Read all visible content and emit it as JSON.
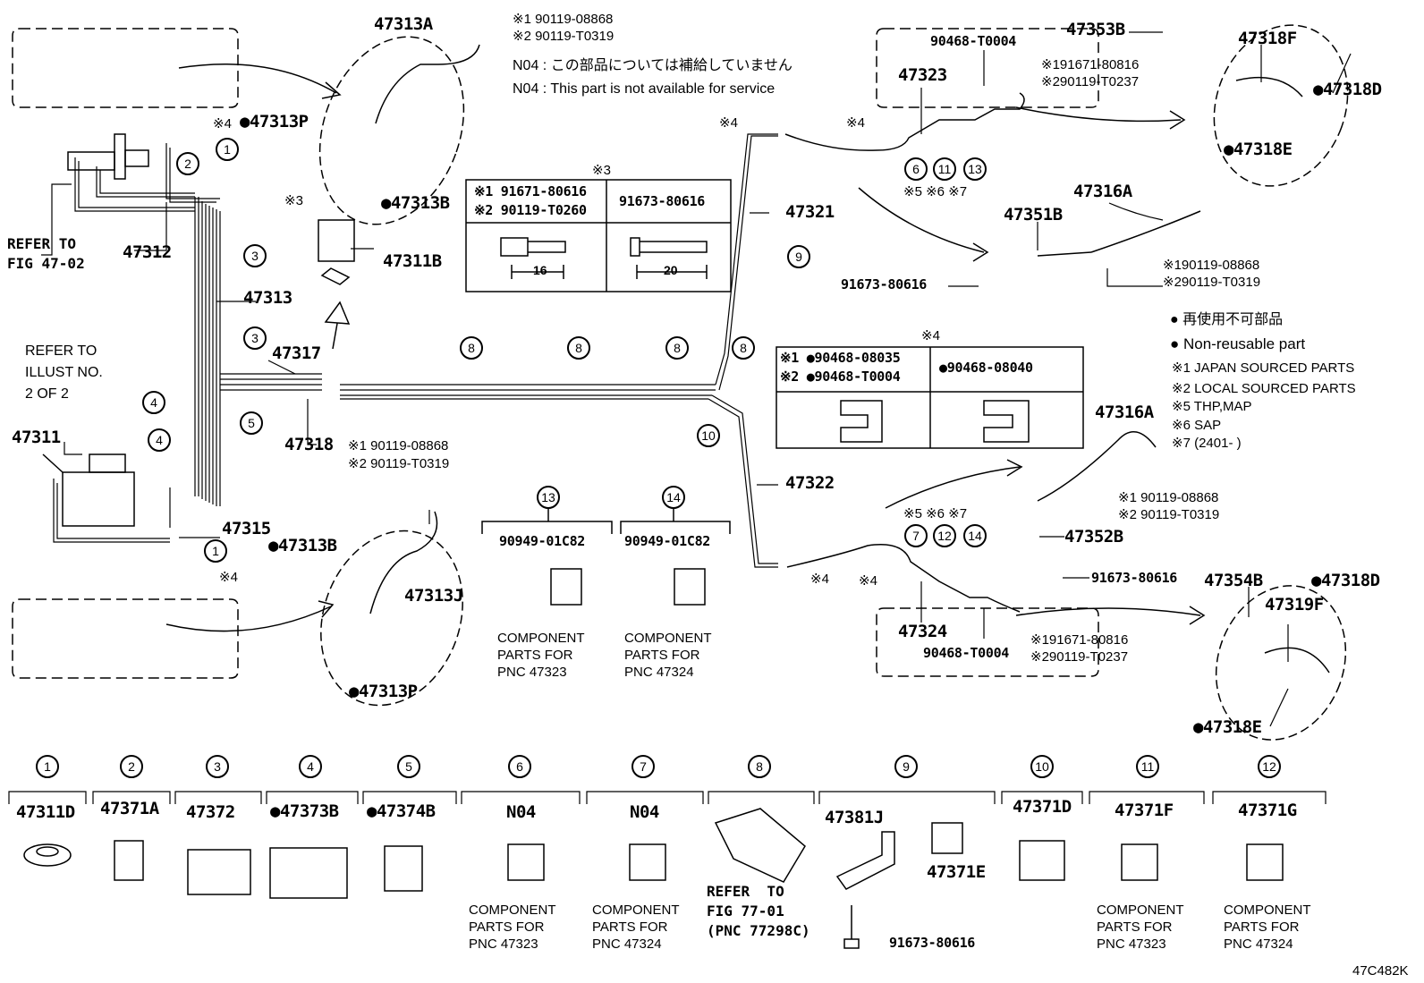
{
  "image_code": "47C482K",
  "notes": {
    "n04_jp": "N04 : この部品については補給していません",
    "n04_en": "N04 : This part is not available for service"
  },
  "legend": {
    "non_reusable_jp": "再使用不可部品",
    "non_reusable_en": "Non-reusable part",
    "n1": "※1 JAPAN SOURCED PARTS",
    "n2": "※2 LOCAL SOURCED PARTS",
    "n5": "※5 THP,MAP",
    "n6": "※6 SAP",
    "n7": "※7 (2401-    )"
  },
  "refs": {
    "fig4702": "REFER TO\nFIG 47-02",
    "illust": "REFER TO\nILLUST NO.\n2 OF 2",
    "fig7701": "REFER  TO\nFIG 77-01\n(PNC 77298C)"
  },
  "table3": {
    "title": "※3",
    "left_p1": "※1 91671-80616",
    "left_p2": "※2 90119-T0260",
    "right_p": "91673-80616",
    "dim_left": "16",
    "dim_right": "20"
  },
  "table4": {
    "title": "※4",
    "left_p1": "※1 ●90468-08035",
    "left_p2": "※2 ●90468-T0004",
    "right_p": "●90468-08040"
  },
  "labels": {
    "p47313A": "47313A",
    "p47313P_top": "●47313P",
    "p47313B_top": "●47313B",
    "p47311B": "47311B",
    "p47312": "47312",
    "p47313": "47313",
    "p47317": "47317",
    "p47318": "47318",
    "p47311": "47311",
    "p47315": "47315",
    "p47313B_bot": "●47313B",
    "p47313J": "47313J",
    "p47313P_bot": "●47313P",
    "p47321": "47321",
    "p47322": "47322",
    "p47323": "47323",
    "p47324": "47324",
    "p90468_top": "90468-T0004",
    "p90468_bot": "90468-T0004",
    "p47353B": "47353B",
    "p47318F": "47318F",
    "p47318D_top": "●47318D",
    "p47318E_top": "●47318E",
    "p47351B": "47351B",
    "p47316A_top": "47316A",
    "p91673_a": "91673-80616",
    "p47316A_bot": "47316A",
    "p47352B": "47352B",
    "p91673_b": "91673-80616",
    "p47354B": "47354B",
    "p47318D_bot": "●47318D",
    "p47319F": "47319F",
    "p47318E_bot": "●47318E",
    "ref_x4_a": "※4",
    "ref_x4_b": "※4",
    "ref_x4_c": "※4",
    "ref_x4_d": "※4",
    "ref_x4_e": "※4",
    "ref_x4_f": "※4",
    "ref_x3": "※3",
    "c1a": "※1 90119-08868",
    "c2a": "※2 90119-T0319",
    "c1b": "※1 90119-08868",
    "c2b": "※2 90119-T0319",
    "c1c": "※190119-08868",
    "c2c": "※290119-T0319",
    "c1d": "※1 90119-08868",
    "c2d": "※2 90119-T0319",
    "c1e": "※191671-80816",
    "c2e": "※290119-T0237",
    "c1f": "※191671-80816",
    "c2f": "※290119-T0237",
    "x567_top": "※5 ※6 ※7",
    "x567_bot": "※5 ※6 ※7"
  },
  "components": {
    "c13_num": "13",
    "c13_part": "90949-01C82",
    "c13_cap": "COMPONENT\nPARTS FOR\nPNC 47323",
    "c14_num": "14",
    "c14_part": "90949-01C82",
    "c14_cap": "COMPONENT\nPARTS FOR\nPNC 47324"
  },
  "callouts": [
    "1",
    "2",
    "3",
    "3",
    "4",
    "4",
    "5",
    "1",
    "8",
    "8",
    "8",
    "8",
    "9",
    "10",
    "6",
    "11",
    "13",
    "7",
    "12",
    "14"
  ],
  "bottom_row": [
    {
      "num": "1",
      "part": "47311D",
      "cap": ""
    },
    {
      "num": "2",
      "part": "47371A",
      "cap": ""
    },
    {
      "num": "3",
      "part": "47372",
      "cap": ""
    },
    {
      "num": "4",
      "part": "●47373B",
      "cap": ""
    },
    {
      "num": "5",
      "part": "●47374B",
      "cap": ""
    },
    {
      "num": "6",
      "part": "N04",
      "cap": "COMPONENT\nPARTS FOR\nPNC 47323"
    },
    {
      "num": "7",
      "part": "N04",
      "cap": "COMPONENT\nPARTS FOR\nPNC 47324"
    },
    {
      "num": "8",
      "part": "",
      "cap": ""
    },
    {
      "num": "9",
      "part": "47381J",
      "cap": ""
    },
    {
      "num": "10",
      "part": "47371D",
      "cap": ""
    },
    {
      "num": "11",
      "part": "47371F",
      "cap": "COMPONENT\nPARTS FOR\nPNC 47323"
    },
    {
      "num": "12",
      "part": "47371G",
      "cap": "COMPONENT\nPARTS FOR\nPNC 47324"
    }
  ],
  "bottom_extra": {
    "p47371E": "47371E",
    "p91673": "91673-80616"
  }
}
